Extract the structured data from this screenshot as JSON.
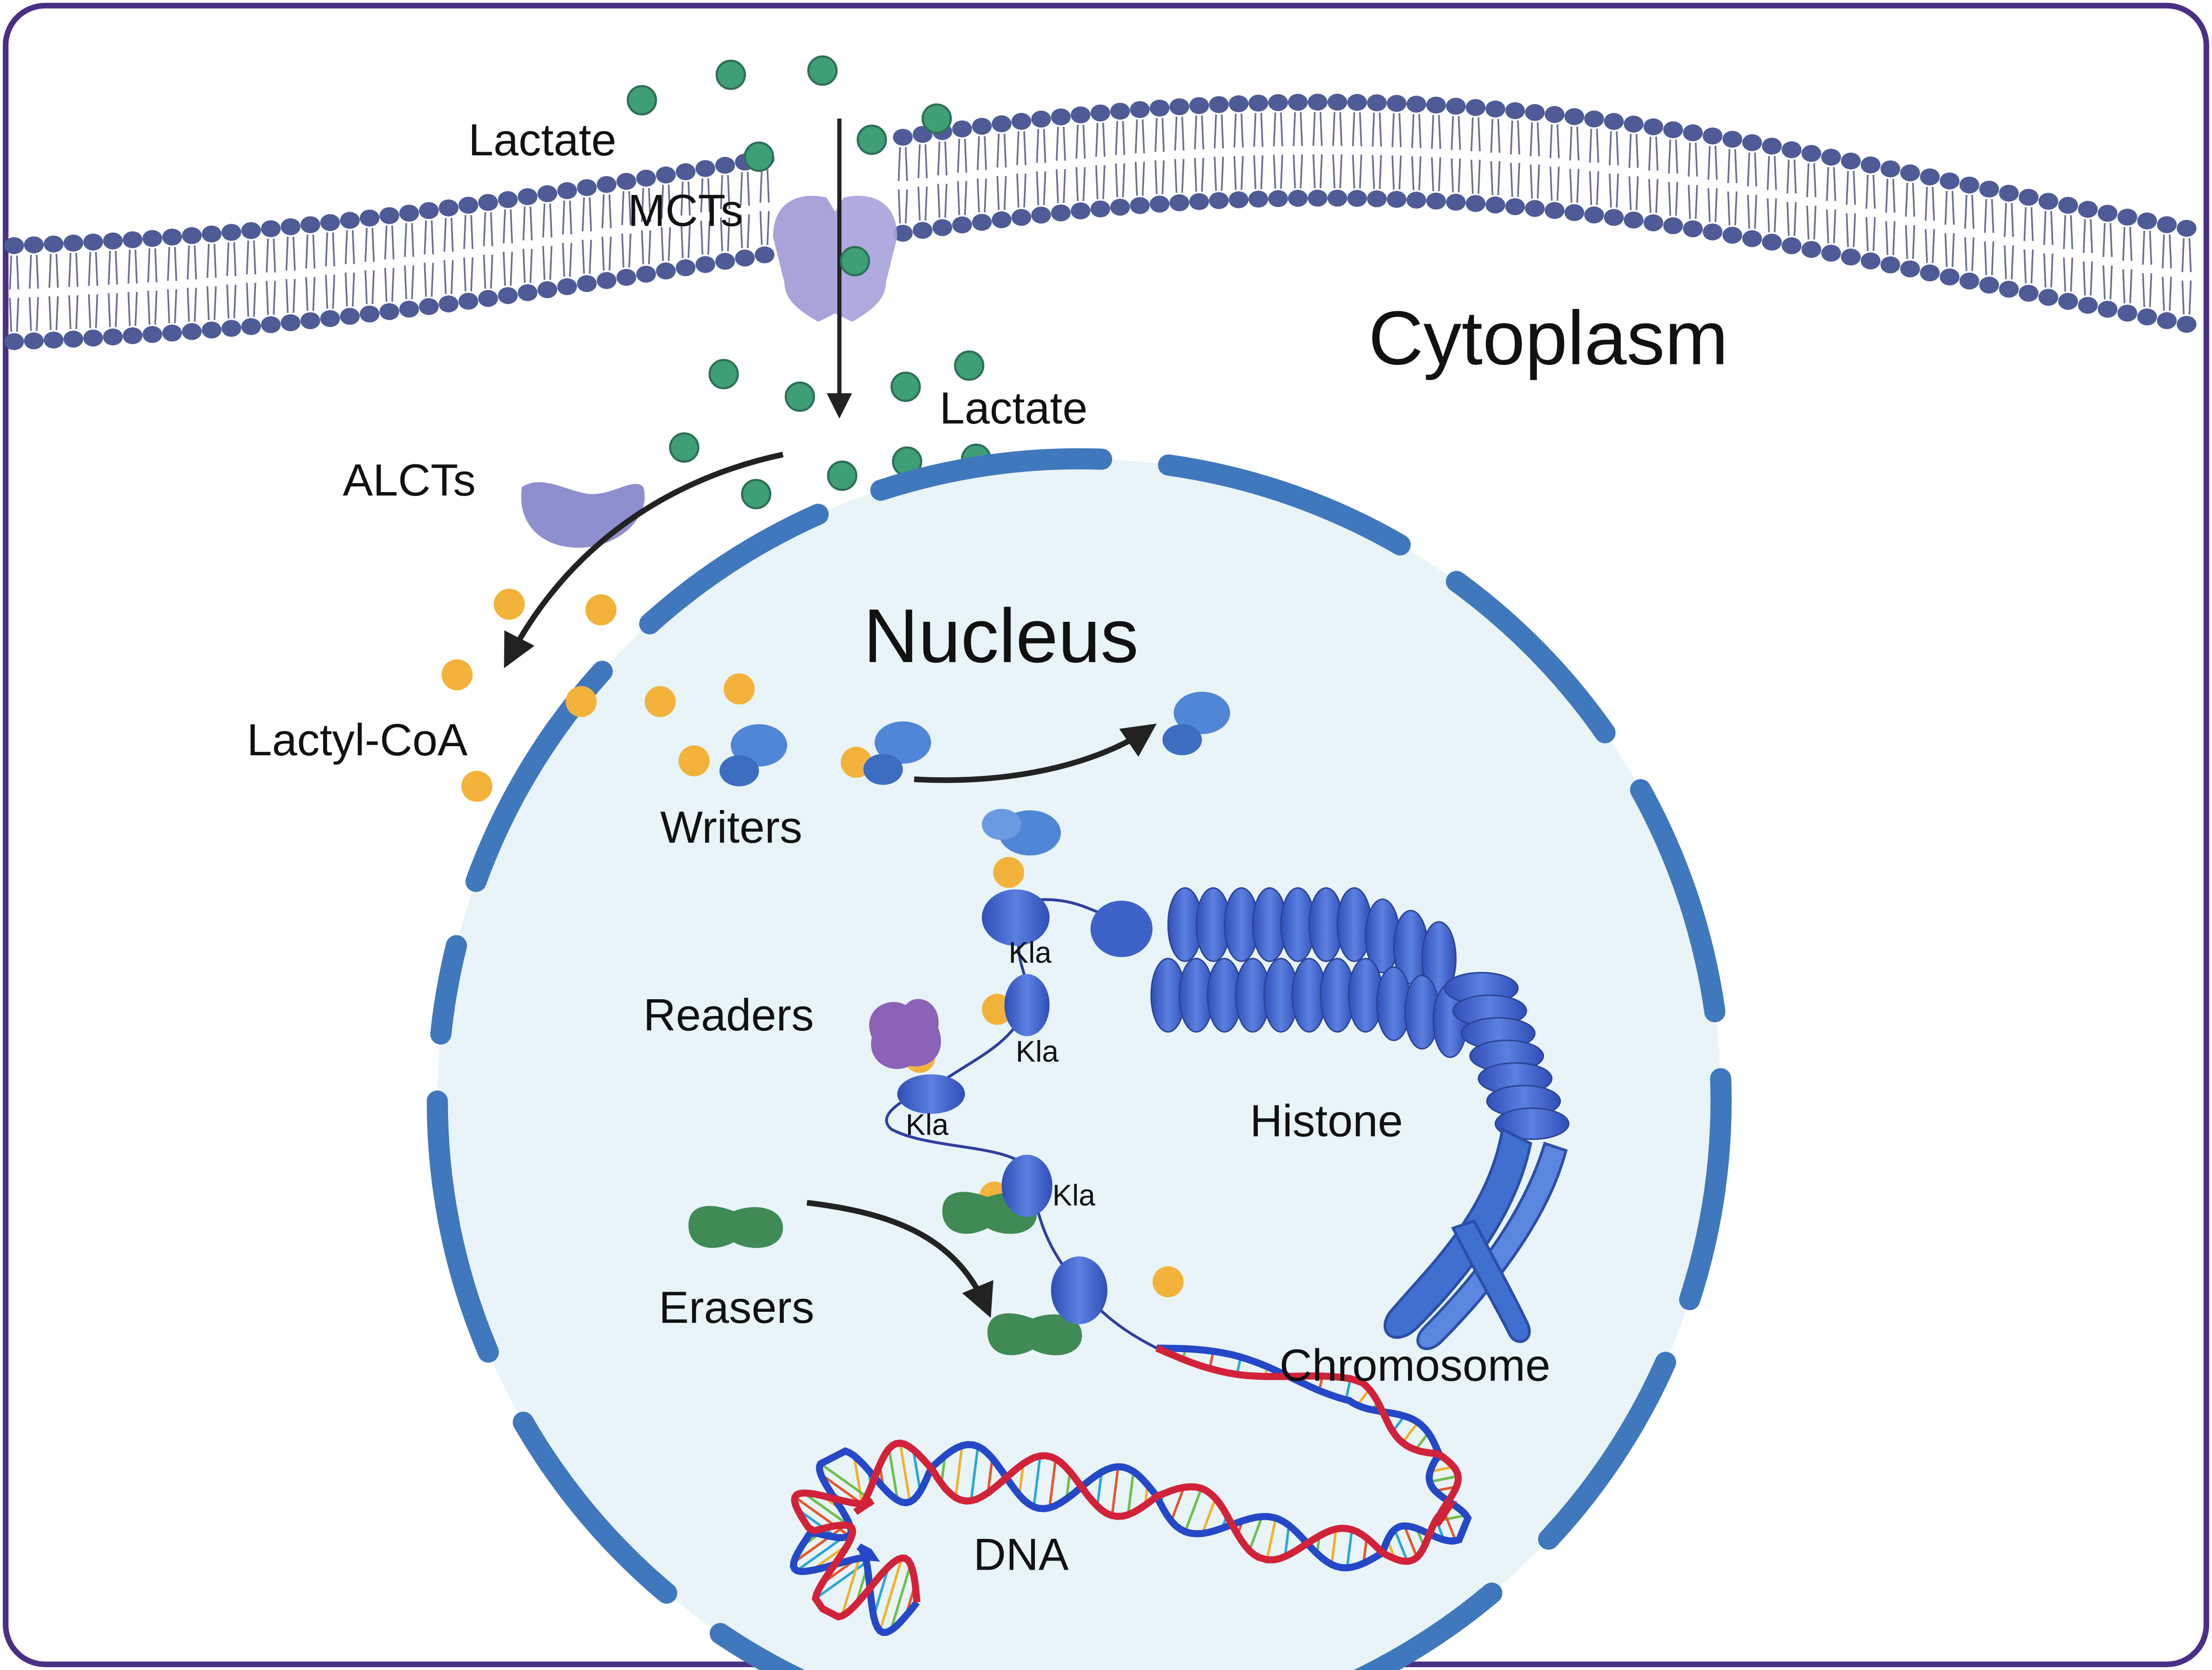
{
  "labels": {
    "lactate_outside": "Lactate",
    "mcts": "MCTs",
    "cytoplasm": "Cytoplasm",
    "lactate_inside": "Lactate",
    "alcts": "ALCTs",
    "lactyl_coa": "Lactyl-CoA",
    "nucleus": "Nucleus",
    "writers": "Writers",
    "readers": "Readers",
    "erasers": "Erasers",
    "histone": "Histone",
    "chromosome": "Chromosome",
    "dna": "DNA",
    "kla_1": "Kla",
    "kla_2": "Kla",
    "kla_3": "Kla",
    "kla_4": "Kla"
  },
  "colors": {
    "frame": "#4b2f86",
    "membrane_head": "#4f5b96",
    "membrane_tail": "#6b7090",
    "lactate": "#3e9e76",
    "lactyl_coa": "#f3b33b",
    "mct": "#9f9ad6",
    "alct": "#8e8fcf",
    "nuclear_envelope": "#3f78bd",
    "nucleoplasm": "#e8f4f8",
    "writer": "#4f86d6",
    "reader": "#8b62b8",
    "eraser": "#3f8a55",
    "histone": "#3e63c8",
    "chromosome": "#3f6fcf",
    "dna_strand_a": "#d2223a",
    "dna_strand_b": "#2448c8",
    "arrow": "#222222"
  }
}
